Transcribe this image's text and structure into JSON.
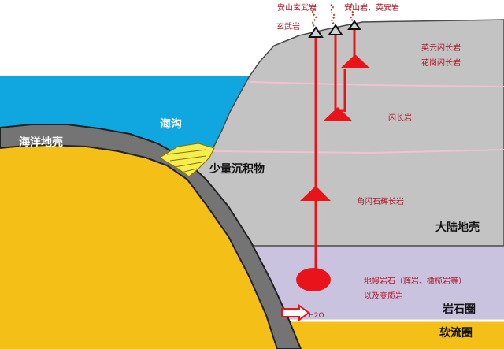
{
  "labels": {
    "andesite_basalt": "安山玄武岩",
    "andesite_dacite": "安山岩、英安岩",
    "basalt": "玄武岩",
    "quartz_granite_diorite": "英云闪长岩",
    "granodiorite": "花岗闪长岩",
    "diorite": "闪长岩",
    "trench": "海沟",
    "oceanic_crust": "海洋地壳",
    "sediment": "少量沉积物",
    "hornblende_gabbro": "角闪石辉长岩",
    "continental_crust": "大陆地壳",
    "mantle_rock_line1": "地幔岩石（辉岩、橄榄岩等）",
    "mantle_rock_line2": "以及变质岩",
    "lithosphere": "岩石圈",
    "water": "H2O",
    "asthenosphere": "软流圈"
  },
  "colors": {
    "sky": "#ffffff",
    "ocean": "#10a6e0",
    "continental_crust": "#c3c3c3",
    "lithospheric_mantle": "#c9c3df",
    "asthenosphere": "#f4bf16",
    "subducting_plate": "#747474",
    "sediment": "#f5ee4c",
    "magma": "#e8141a",
    "layer_line": "#f3c1d2",
    "label_red": "#b2162a"
  }
}
